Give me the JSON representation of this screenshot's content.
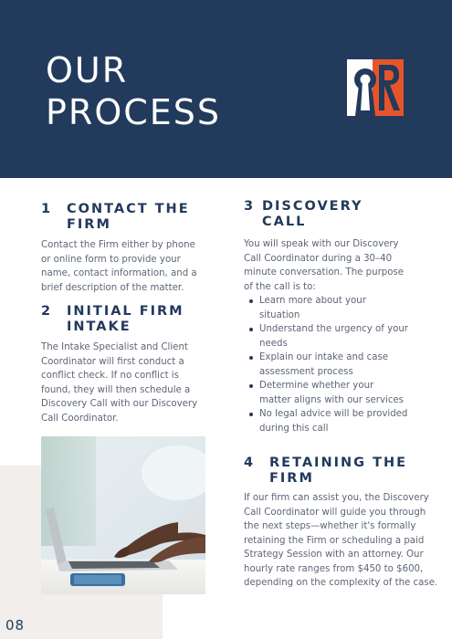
{
  "header": {
    "title_line1": "OUR",
    "title_line2": "PROCESS"
  },
  "colors": {
    "navy": "#223a5c",
    "accent": "#e8542a",
    "text": "#5d6675",
    "beige": "#f1eeeb"
  },
  "logo": {
    "icon": "keyhole-r-logo"
  },
  "steps": [
    {
      "number": "1",
      "title_line1": "CONTACT THE",
      "title_line2": "FIRM",
      "body": [
        "Contact the Firm either by phone",
        "or online form to provide your",
        "name, contact information, and a",
        "brief description of the matter."
      ]
    },
    {
      "number": "2",
      "title_line1": "INITIAL FIRM",
      "title_line2": "INTAKE",
      "body": [
        "The Intake Specialist and Client",
        "Coordinator will first conduct a",
        "conflict check. If no conflict is",
        "found, they will then schedule a",
        "Discovery Call with our Discovery",
        "Call Coordinator."
      ]
    },
    {
      "number": "3",
      "title_line1": "DISCOVERY",
      "title_line2": "CALL",
      "body": [
        "You will speak with our Discovery",
        "Call Coordinator during a 30–40",
        "minute conversation. The purpose",
        "of the call is to:"
      ],
      "bullets": [
        [
          "Learn more about your",
          "situation"
        ],
        [
          "Understand the urgency of your",
          "needs"
        ],
        [
          "Explain our intake and case",
          "assessment process"
        ],
        [
          "Determine whether your",
          "matter aligns with our services"
        ],
        [
          "No legal advice will be provided",
          "during this call"
        ]
      ]
    },
    {
      "number": "4",
      "title_line1": "RETAINING THE",
      "title_line2": "FIRM",
      "body": [
        "If our firm can assist you, the Discovery",
        "Call Coordinator will guide you through",
        "the next steps—whether it's formally",
        "retaining the Firm or scheduling a paid",
        "Strategy Session with an attorney. Our",
        "hourly rate ranges from $450 to $600,",
        "depending on the complexity of the case."
      ]
    }
  ],
  "photo": {
    "subject": "hands typing on laptop"
  },
  "page_number": "08"
}
